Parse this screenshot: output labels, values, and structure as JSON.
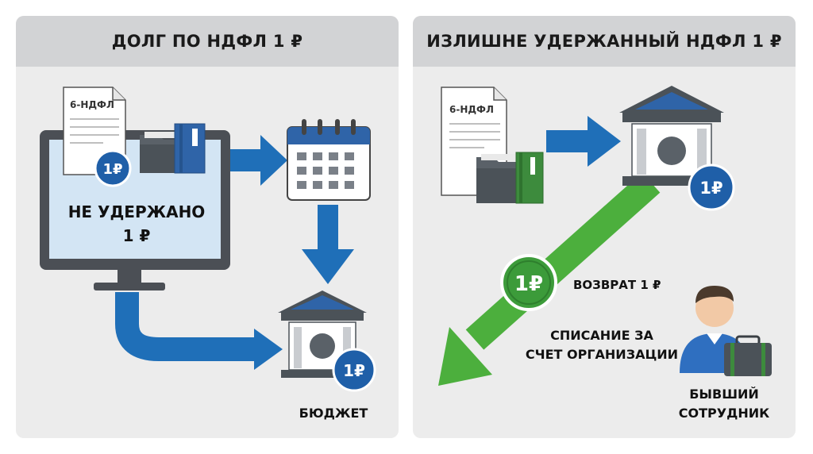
{
  "left_panel": {
    "title": "ДОЛГ ПО НДФЛ 1 ₽",
    "document_label": "6-НДФЛ",
    "coin_label": "1₽",
    "screen_text_line1": "НЕ УДЕРЖАНО",
    "screen_text_line2": "1 ₽",
    "budget_coin_label": "1₽",
    "budget_label": "БЮДЖЕТ"
  },
  "right_panel": {
    "title": "ИЗЛИШНЕ УДЕРЖАННЫЙ НДФЛ 1 ₽",
    "document_label": "6-НДФЛ",
    "bank_coin_label": "1₽",
    "refund_coin_label": "1₽",
    "refund_label": "ВОЗВРАТ 1 ₽",
    "writeoff_line1": "СПИСАНИЕ ЗА",
    "writeoff_line2": "СЧЕТ ОРГАНИЗАЦИИ",
    "employee_line1": "БЫВШИЙ",
    "employee_line2": "СОТРУДНИК"
  },
  "colors": {
    "blue_arrow": "#1f6fb8",
    "green_arrow": "#4caf3d",
    "coin_blue": "#1f5fa8",
    "coin_green": "#3c9b3a",
    "folder_dark": "#4b5258",
    "binder_blue": "#2f64a8",
    "binder_green": "#3d8b3d"
  }
}
